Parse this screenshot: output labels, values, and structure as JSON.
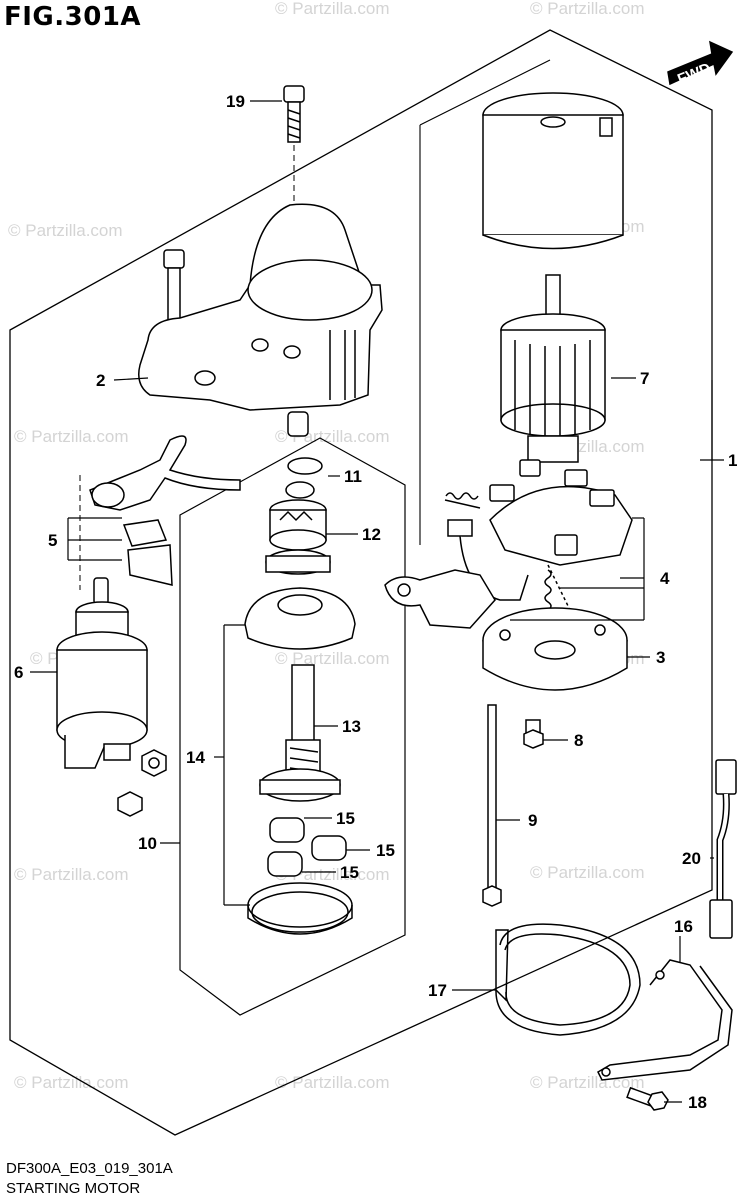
{
  "figure": {
    "title": "FIG.301A"
  },
  "footer": {
    "code": "DF300A_E03_019_301A",
    "caption": "STARTING MOTOR"
  },
  "orientation": {
    "label": "FWD"
  },
  "watermark": {
    "text": "© Partzilla.com"
  },
  "callouts": {
    "c1": "1",
    "c2": "2",
    "c3": "3",
    "c4": "4",
    "c5": "5",
    "c6": "6",
    "c7": "7",
    "c8": "8",
    "c9": "9",
    "c10": "10",
    "c11": "11",
    "c12": "12",
    "c13": "13",
    "c14": "14",
    "c15a": "15",
    "c15b": "15",
    "c15c": "15",
    "c16": "16",
    "c17": "17",
    "c18": "18",
    "c19": "19",
    "c20": "20"
  }
}
